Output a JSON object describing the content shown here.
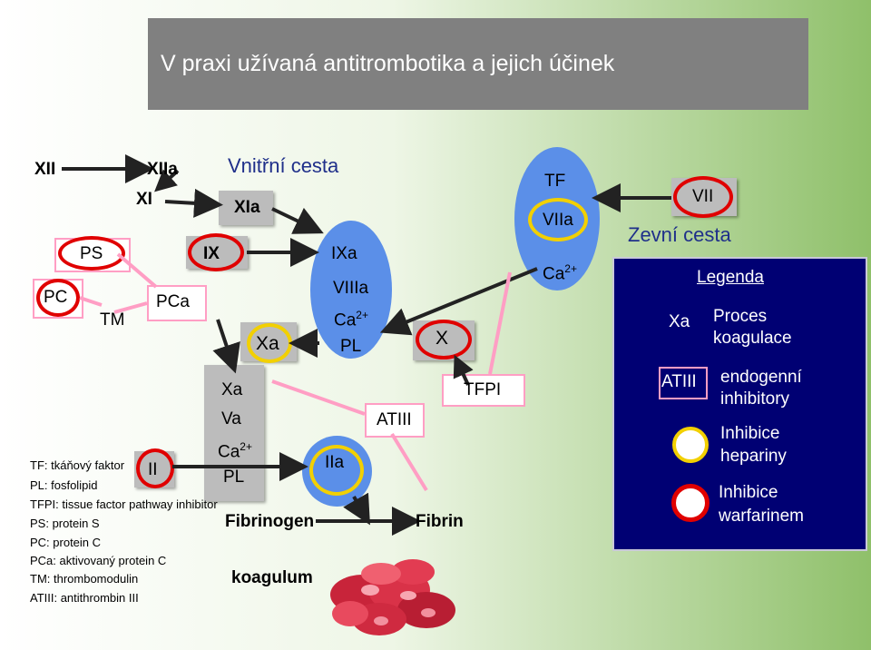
{
  "title": "V praxi užívaná antitrombotika a jejich účinek",
  "intrinsic_label": "Vnitřní cesta",
  "extrinsic_label": "Zevní cesta",
  "nodes": {
    "xii": "XII",
    "xiia": "XIIa",
    "xi": "XI",
    "xia": "XIa",
    "ix": "IX",
    "ixa": "IXa",
    "viiia": "VIIIa",
    "ca_ixa": "Ca",
    "ca_ixa_sup": "2+",
    "pl_ixa": "PL",
    "xa_box": "Xa",
    "x": "X",
    "tf": "TF",
    "viia": "VIIa",
    "ca_tf": "Ca",
    "ca_tf_sup": "2+",
    "vii": "VII",
    "ps": "PS",
    "pc": "PC",
    "tm": "TM",
    "pca": "PCa",
    "xa_prothrombinase": "Xa",
    "va": "Va",
    "ca_pro": "Ca",
    "ca_pro_sup": "2+",
    "pl_pro": "PL",
    "ii": "II",
    "iia": "IIa",
    "atiii": "ATIII",
    "tfpi": "TFPI",
    "fibrinogen": "Fibrinogen",
    "fibrin": "Fibrin",
    "koagulum": "koagulum"
  },
  "abbreviations": [
    "TF: tkáňový faktor",
    "PL: fosfolipid",
    "TFPI: tissue factor pathway inhibitor",
    "PS: protein S",
    "PC: protein C",
    "PCa: aktivovaný  protein C",
    "TM: thrombomodulin",
    "ATIII: antithrombin III"
  ],
  "legend": {
    "title": "Legenda",
    "xa_symbol": "Xa",
    "xa_text": [
      "Proces",
      "koagulace"
    ],
    "atiii_symbol": "ATIII",
    "atiii_text": [
      "endogenní",
      "inhibitory"
    ],
    "heparin_text": [
      "Inhibice",
      "hepariny"
    ],
    "warfarin_text": [
      "Inhibice",
      "warfarinem"
    ]
  },
  "colors": {
    "title_bg": "#808080",
    "grey_box": "#bcbcbc",
    "ellipse": "#5b8fe8",
    "legend_bg": "#000073",
    "heparin_ring": "#f2d000",
    "warfarin_ring": "#e00000",
    "inhibitor_border": "#ff9ec4"
  }
}
